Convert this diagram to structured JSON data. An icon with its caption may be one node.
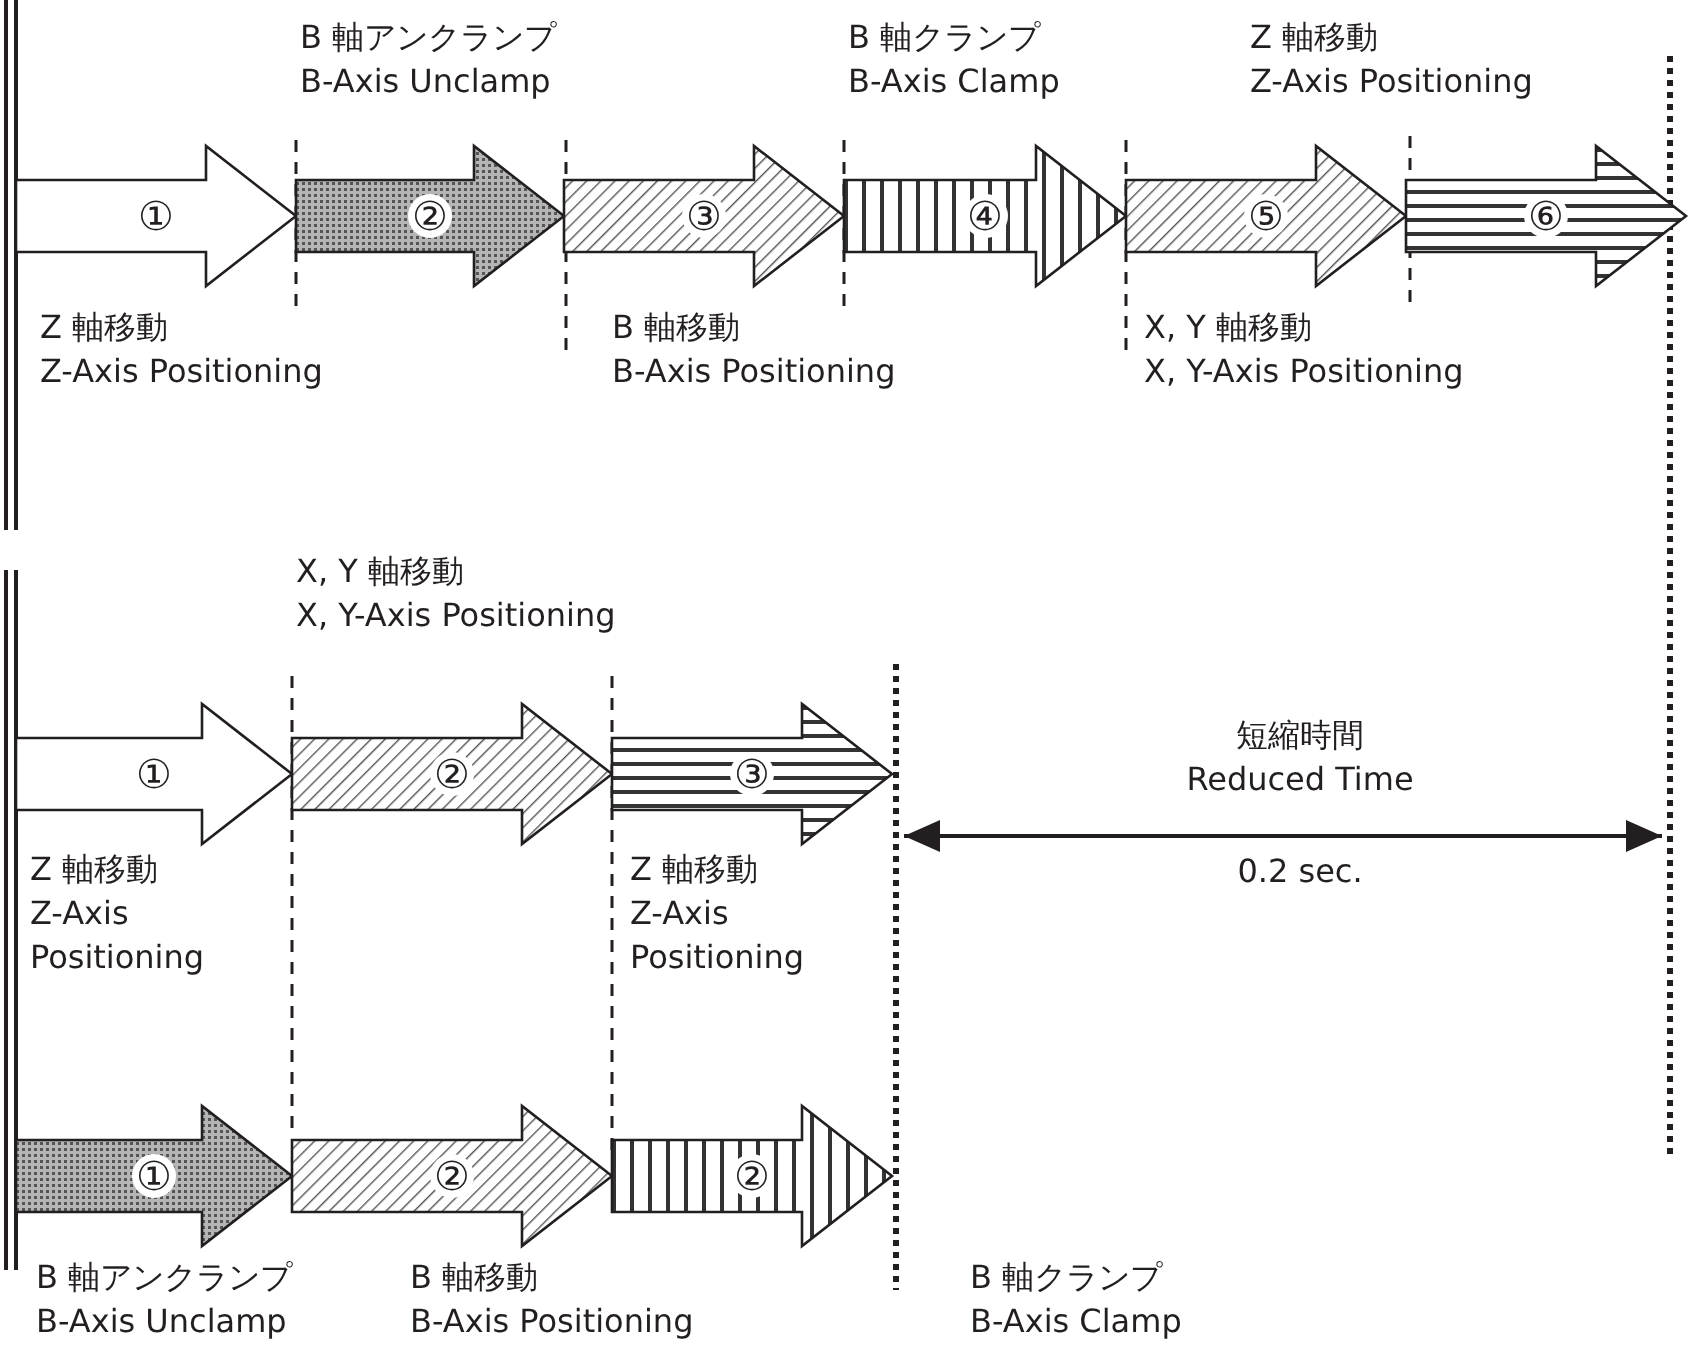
{
  "diagram": {
    "nodes": [
      {
        "text": [
          "①"
        ],
        "beside": [
          "Z 軸移動",
          "Z-Axis Positioning"
        ]
      },
      {
        "text": [
          "②"
        ],
        "beside": [
          "B 軸アンクランプ",
          "B-Axis Unclamp"
        ]
      },
      {
        "text": [
          "③"
        ],
        "beside": [
          "B 軸移動",
          "B-Axis Positioning"
        ]
      },
      {
        "text": [
          "④"
        ],
        "beside": [
          "B 軸クランプ",
          "B-Axis Clamp"
        ]
      },
      {
        "text": [
          "⑤"
        ],
        "beside": [
          "X, Y 軸移動",
          "X, Y-Axis Positioning"
        ]
      },
      {
        "text": [
          "⑥"
        ],
        "beside": [
          "Z 軸移動",
          "Z-Axis Positioning"
        ]
      },
      {
        "text": [
          "①"
        ],
        "beside": [
          "Z 軸移動",
          "Z-Axis Positioning"
        ]
      },
      {
        "text": [
          "②"
        ],
        "beside": [
          "X, Y 軸移動",
          "X, Y-Axis Positioning"
        ]
      },
      {
        "text": [
          "③"
        ],
        "beside": [
          "Z 軸移動",
          "Z-Axis Positioning"
        ]
      },
      {
        "text": [
          "①"
        ],
        "beside": [
          "B 軸アンクランプ",
          "B-Axis Unclamp"
        ]
      },
      {
        "text": [
          "②"
        ],
        "beside": [
          "B 軸移動",
          "B-Axis Positioning"
        ]
      },
      {
        "text": [
          "②"
        ],
        "beside": [
          "B 軸クランプ",
          "B-Axis Clamp"
        ]
      }
    ],
    "labels": [
      "短縮時間",
      "Reduced Time",
      "0.2 sec."
    ]
  }
}
